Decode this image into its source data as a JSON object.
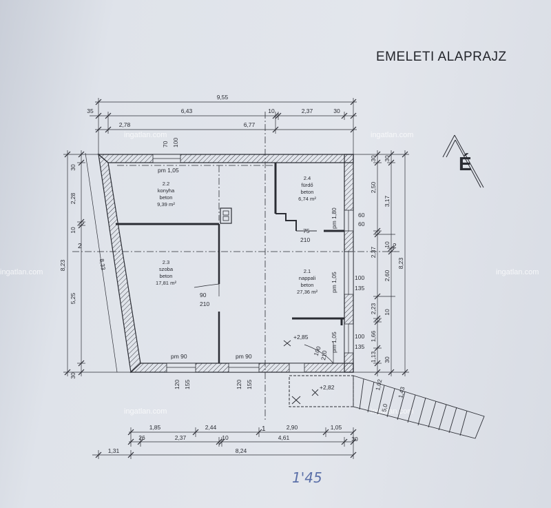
{
  "title": "EMELETI ALAPRAJZ",
  "north": "É",
  "watermark": "ingatlan.com",
  "handwritten": "1'45",
  "rooms": [
    {
      "no": "2.2",
      "name": "konyha",
      "floor": "beton",
      "area": "9,39 m²"
    },
    {
      "no": "2.4",
      "name": "fürdő",
      "floor": "beton",
      "area": "6,74 m²"
    },
    {
      "no": "2.3",
      "name": "szoba",
      "floor": "beton",
      "area": "17,81 m²"
    },
    {
      "no": "2.1",
      "name": "nappali",
      "floor": "beton",
      "area": "27,36 m²"
    }
  ],
  "top_dims": {
    "total": "9,55",
    "a": "35",
    "b": "6,43",
    "c": "10",
    "d": "2,37",
    "e": "30",
    "f": "2,78",
    "g": "6,77",
    "h": "1"
  },
  "bottom_dims": {
    "a": "1,85",
    "b": "2,44",
    "c": "2,90",
    "d": "1,05",
    "e": "26",
    "f": "2,37",
    "g": "10",
    "h": "4,61",
    "i": "30",
    "j": "1,31",
    "k": "8,24"
  },
  "left_dims": {
    "a": "30",
    "b": "2,28",
    "c": "10",
    "d": "5,25",
    "e": "30",
    "total": "8,23",
    "diag": "8,33",
    "axis": "2"
  },
  "right_dims": {
    "a": "30",
    "b": "2,50",
    "c": "3,17",
    "d": "2,37",
    "e": "10",
    "f": "2,60",
    "g": "2,23",
    "h": "10",
    "i": "1,66",
    "j": "1,13",
    "k": "30",
    "total": "8,23",
    "axis": "2"
  },
  "openings": {
    "pm_kitchen": "pm 1,05",
    "d70": "70",
    "d100": "100",
    "d75": "75",
    "d210a": "210",
    "pm180": "pm 1,80",
    "d60a": "60",
    "d60b": "60",
    "d90": "90",
    "d210b": "210",
    "pm105b": "pm 1,05",
    "d100b": "100",
    "d135a": "135",
    "pm105c": "pm 1,05",
    "d135b": "135",
    "d100c": "100",
    "d210c": "210",
    "pm90a": "pm 90",
    "pm90b": "pm 90",
    "d120a": "120",
    "d155a": "155",
    "d120b": "120",
    "d155b": "155",
    "lvl1": "+2,85",
    "lvl2": "+2,82",
    "st1": "1,02",
    "st2": "1,43",
    "st3": "5,0"
  }
}
